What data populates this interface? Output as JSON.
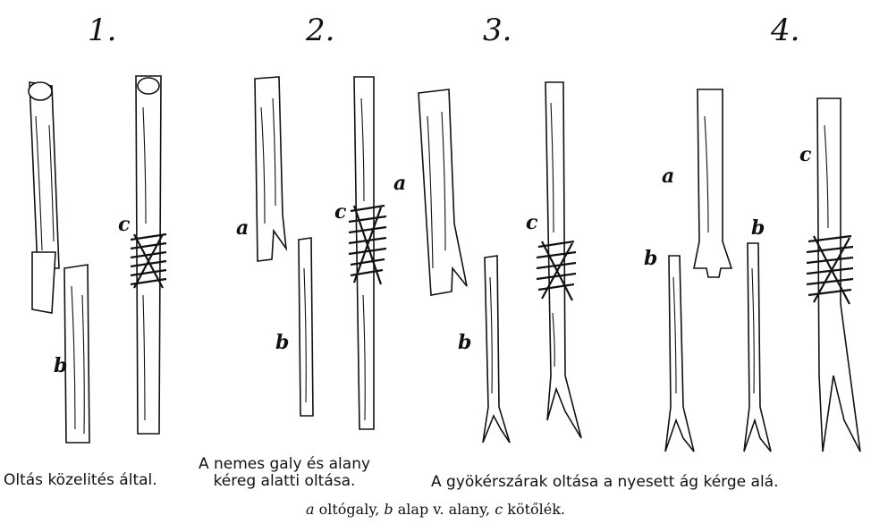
{
  "figures": [
    {
      "number": "1.",
      "labels": {
        "c": "c",
        "b": "b"
      },
      "caption": "Oltás közelités által."
    },
    {
      "number": "2.",
      "labels": {
        "a": "a",
        "b": "b",
        "c": "c"
      },
      "caption_line1": "A nemes galy és alany",
      "caption_line2": "kéreg alatti oltása."
    },
    {
      "number": "3.",
      "labels": {
        "a": "a",
        "b": "b",
        "c": "c"
      }
    },
    {
      "number": "4.",
      "labels": {
        "a": "a",
        "b": "b",
        "b2": "b",
        "c": "c"
      }
    }
  ],
  "shared_caption": "A gyökérszárak oltása a nyesett ág kérge alá.",
  "legend": {
    "a": "a",
    "a_text": " oltógaly, ",
    "b": "b",
    "b_text": " alap v. alany, ",
    "c": "c",
    "c_text": " kötőlék."
  }
}
